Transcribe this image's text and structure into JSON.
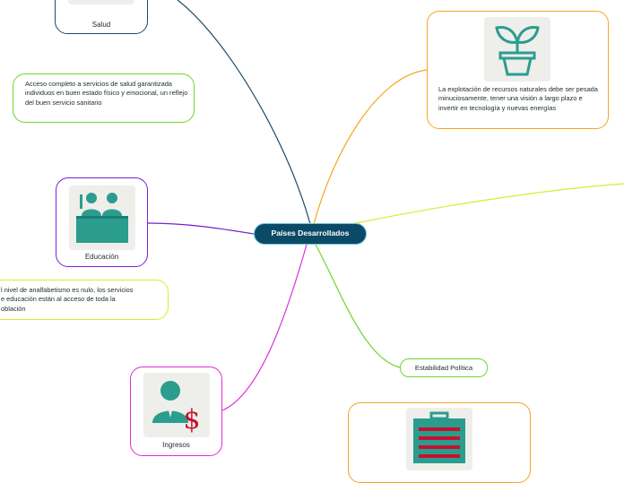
{
  "map": {
    "center": {
      "label": "Países Desarrollados"
    },
    "colors": {
      "center": "#0b4a66",
      "salud": "#1d4a66",
      "green": "#6fd62f",
      "orange": "#f5a523",
      "yellow": "#d9ec2b",
      "purple": "#7a1fd6",
      "pink": "#e12dd8",
      "icon_teal": "#2a9d8f"
    },
    "nodes": {
      "salud": {
        "label": "Salud",
        "icon": "medical-icon"
      },
      "salud_desc": {
        "text": "Acceso completo a servicios de salud garantizada individuos en buen estado físico y emocional, un reflejo del buen servicio sanitario"
      },
      "recursos": {
        "text": "La explotación de recursos naturales debe ser pesada minuciosamente, tener una visión a largo plazo e invertir en tecnología y nuevas energías",
        "icon": "plant-icon"
      },
      "educacion": {
        "label": "Educación",
        "icon": "classroom-icon"
      },
      "educacion_desc": {
        "text": "l nivel de analfabetismo es nulo, los servicios\ne educación están al acceso de toda la\noblación"
      },
      "estabilidad": {
        "label": "Estabilidad Política"
      },
      "ingresos": {
        "label": "Ingresos",
        "icon": "money-person-icon"
      },
      "economia": {
        "icon": "briefcase-icon"
      }
    }
  }
}
